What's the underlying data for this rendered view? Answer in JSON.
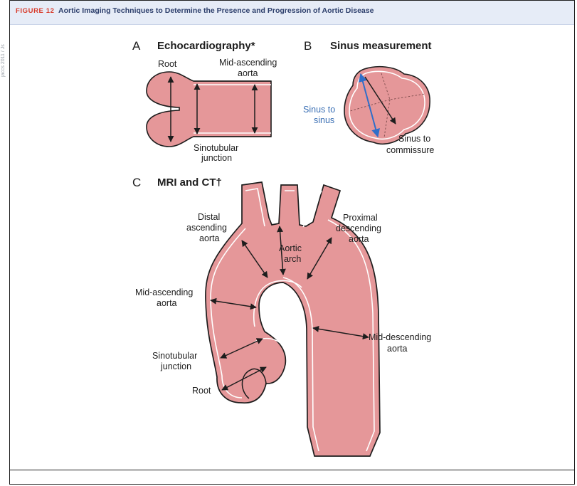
{
  "figure": {
    "number": "FIGURE 12",
    "title": "Aortic Imaging Techniques to Determine the Presence and Progression of Aortic Disease",
    "margin_text": "jaccs 2011 / Js"
  },
  "colors": {
    "aorta_fill": "#e59799",
    "aorta_wall": "#1d1d1d",
    "header_bg": "#e6ecf7",
    "figure_number": "#d83a2a",
    "figure_title": "#2c3e6b",
    "sinus_label": "#3a6fb4",
    "sinus_arrow": "#2f6ec9"
  },
  "panel_a": {
    "letter": "A",
    "title": "Echocardiography*",
    "labels": {
      "root": "Root",
      "mid_ascending_1": "Mid-ascending",
      "mid_ascending_2": "aorta",
      "sinotubular_1": "Sinotubular",
      "sinotubular_2": "junction"
    }
  },
  "panel_b": {
    "letter": "B",
    "title": "Sinus measurement",
    "labels": {
      "sinus_to_sinus_1": "Sinus to",
      "sinus_to_sinus_2": "sinus",
      "sinus_to_commissure_1": "Sinus to",
      "sinus_to_commissure_2": "commissure"
    }
  },
  "panel_c": {
    "letter": "C",
    "title": "MRI and CT†",
    "labels": {
      "distal_1": "Distal",
      "distal_2": "ascending",
      "distal_3": "aorta",
      "arch_1": "Aortic",
      "arch_2": "arch",
      "proximal_1": "Proximal",
      "proximal_2": "descending",
      "proximal_3": "aorta",
      "mid_asc_1": "Mid-ascending",
      "mid_asc_2": "aorta",
      "mid_desc_1": "Mid-descending",
      "mid_desc_2": "aorta",
      "stj_1": "Sinotubular",
      "stj_2": "junction",
      "root": "Root"
    }
  }
}
